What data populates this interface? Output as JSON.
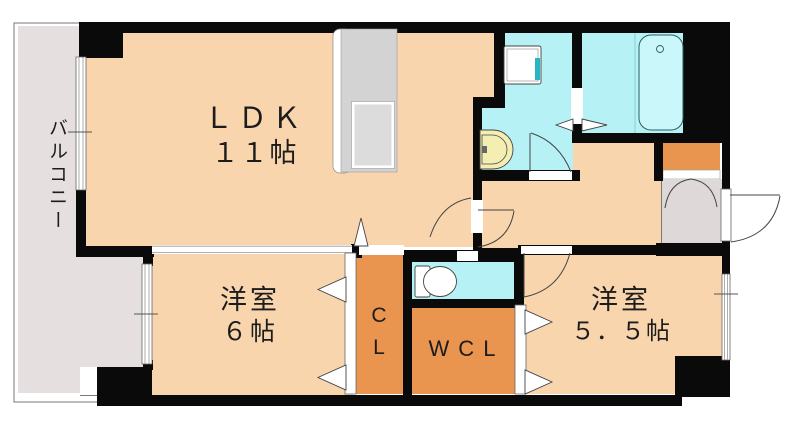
{
  "floorplan": {
    "rooms": {
      "ldk": {
        "line1": "ＬＤＫ",
        "line2": "１１帖"
      },
      "western_6": {
        "line1": "洋室",
        "line2": "６帖"
      },
      "western_55": {
        "line1": "洋室",
        "line2": "５．５帖"
      },
      "closet": {
        "line1": "C",
        "line2": "L"
      },
      "walk_in_closet": {
        "label": "WCL"
      },
      "balcony": {
        "label": "バルコニー"
      }
    },
    "colors": {
      "wall": "#0a0a0a",
      "room_beige": "#f8d5ad",
      "closet_orange": "#e9944f",
      "wet_cyan": "#b6f1f6",
      "bathtub_cyan": "#c9f7fa",
      "balcony_gray": "#e5e0df",
      "entrance_gray": "#ded9d8",
      "counter_gray": "#d3d3d3",
      "vanity_yellow": "#f4eeb2",
      "fixture_line": "#444444"
    }
  }
}
